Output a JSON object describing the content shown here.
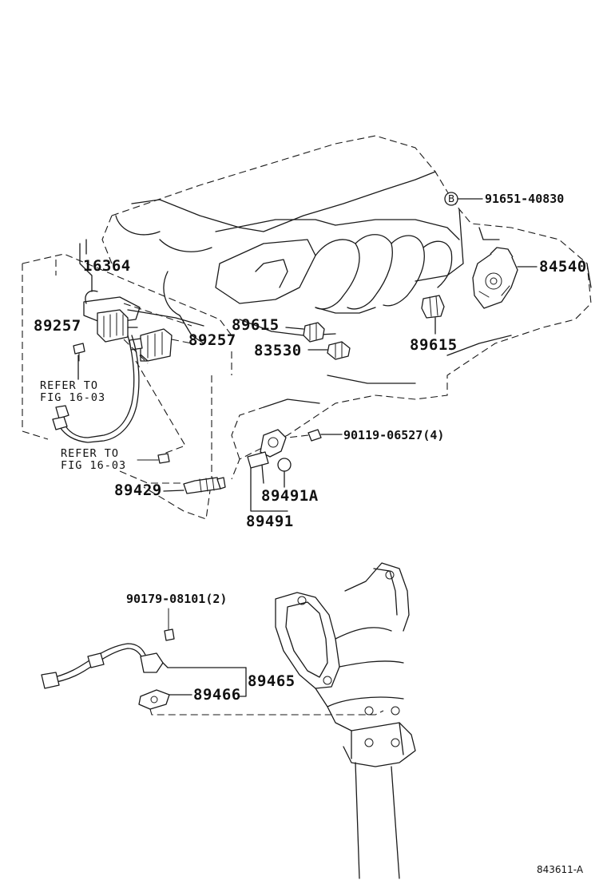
{
  "labels": {
    "p16364": "16364",
    "p89257_left": "89257",
    "p89257_right": "89257",
    "p89615_left": "89615",
    "p89615_right": "89615",
    "p83530": "83530",
    "p91651": "91651-40830",
    "p84540": "84540",
    "p90119": "90119-06527(4)",
    "p89429": "89429",
    "p89491A": "89491A",
    "p89491": "89491",
    "p90179": "90179-08101(2)",
    "p89465": "89465",
    "p89466": "89466"
  },
  "notes": {
    "refer1_line1": "REFER TO",
    "refer1_line2": "FIG 16-03",
    "refer2_line1": "REFER TO",
    "refer2_line2": "FIG 16-03"
  },
  "marker": "B",
  "figure_ref": "843611-A"
}
